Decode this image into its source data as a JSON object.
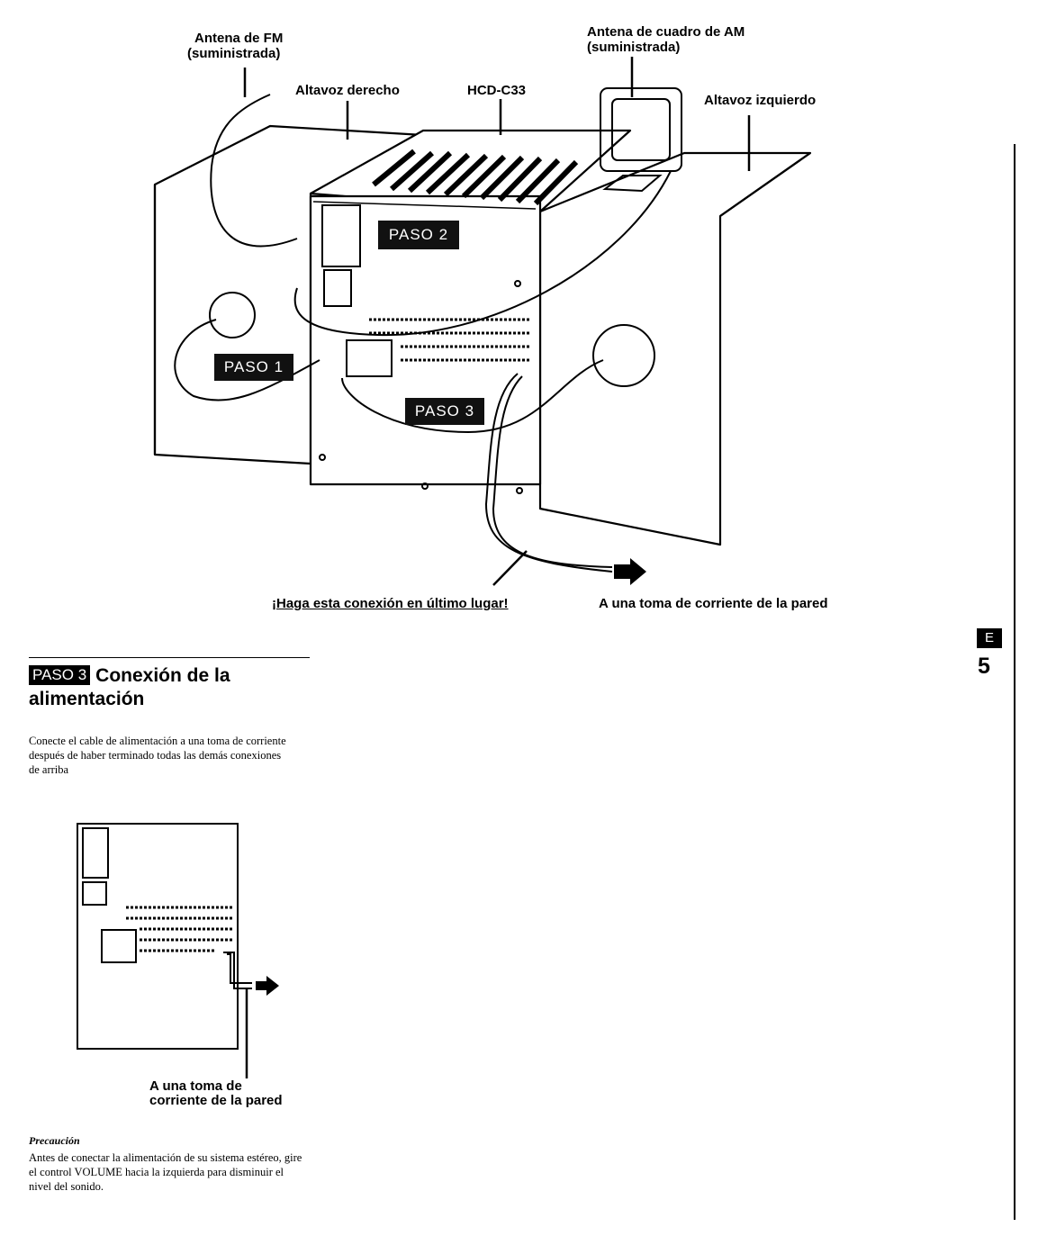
{
  "diagram": {
    "label_fm_antenna_1": "Antena de FM",
    "label_fm_antenna_2": "(suministrada)",
    "label_am_antenna_1": "Antena de cuadro de AM",
    "label_am_antenna_2": "(suministrada)",
    "label_right_speaker": "Altavoz derecho",
    "label_model": "HCD-C33",
    "label_left_speaker": "Altavoz izquierdo",
    "step1": "PASO 1",
    "step2": "PASO 2",
    "step3": "PASO 3",
    "label_last": "¡Haga esta conexión en último lugar!",
    "label_wall": "A una toma de corriente de la pared"
  },
  "section": {
    "badge": "PASO 3",
    "title": "Conexión de la alimentación",
    "body": "Conecte el cable de alimentación a una toma de corriente después de haber terminado todas las demás conexiones de arriba",
    "small_label_1": "A una toma de",
    "small_label_2": "corriente de la pared",
    "caution_title": "Precaución",
    "caution_body": "Antes de conectar la alimentación de su sistema estéreo, gire el control VOLUME hacia la izquierda para disminuir el nivel del sonido."
  },
  "sidebar": {
    "tab": "E",
    "page": "5"
  }
}
